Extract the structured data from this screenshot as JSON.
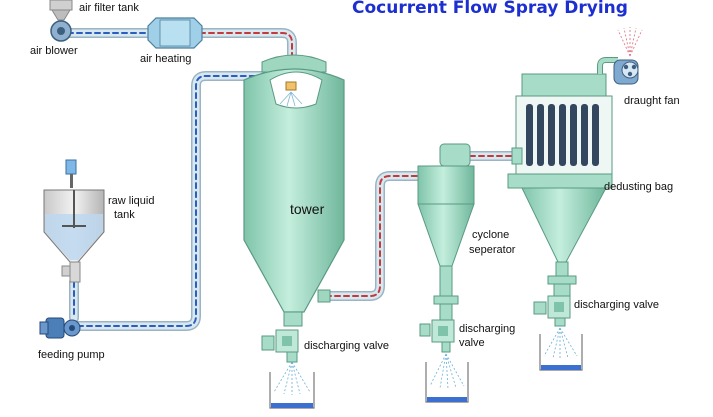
{
  "title": "Cocurrent Flow Spray Drying",
  "labels": {
    "air_filter_tank": "air filter tank",
    "air_blower": "air blower",
    "air_heating": "air heating",
    "raw_liquid_tank_l1": "raw liquid",
    "raw_liquid_tank_l2": "tank",
    "feeding_pump": "feeding pump",
    "tower": "tower",
    "tower_discharging_valve": "discharging valve",
    "cyclone_l1": "cyclone",
    "cyclone_l2": "seperator",
    "cyclone_discharging_l1": "discharging",
    "cyclone_discharging_l2": "valve",
    "draught_fan": "draught fan",
    "dedusting_bag": "dedusting bag",
    "bag_discharging_valve": "discharging valve"
  },
  "colors": {
    "title": "#1d2fd0",
    "vessel": "#a6dcc8",
    "vessel_dark": "#6fb79c",
    "pipe": "#cfe0ea",
    "hot_dash": "#c23a3a",
    "cold_dash": "#2a5fc0",
    "water": "#3b6fd0"
  }
}
